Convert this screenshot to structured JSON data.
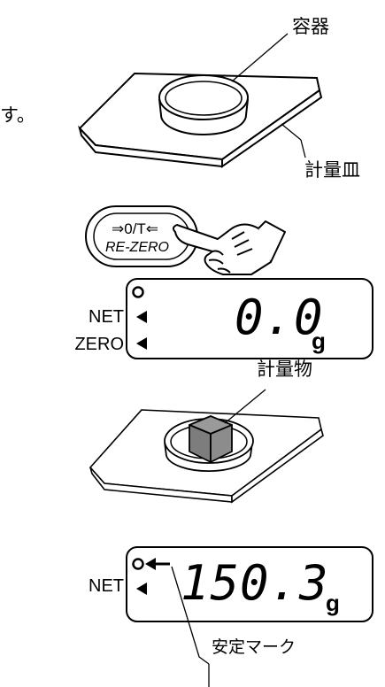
{
  "intro_fragment": "す。",
  "labels": {
    "container": "容器",
    "weighing_pan": "計量皿",
    "sample": "計量物",
    "stability_mark": "安定マーク"
  },
  "button": {
    "top_label": "⇒0/T⇐",
    "bottom_label": "RE-ZERO"
  },
  "display_zero": {
    "net_label": "NET",
    "zero_label": "ZERO",
    "value": "0.0",
    "unit": "g"
  },
  "display_weight": {
    "net_label": "NET",
    "value": "150.3",
    "unit": "g"
  }
}
